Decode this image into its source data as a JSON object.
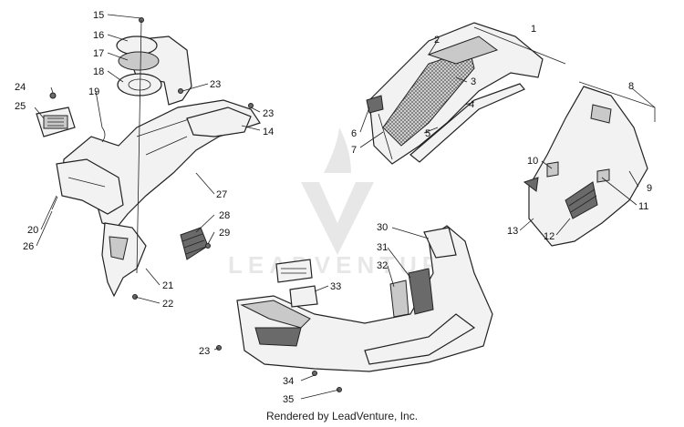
{
  "diagram": {
    "callouts": {
      "c1": "1",
      "c2": "2",
      "c3": "3",
      "c4": "4",
      "c5": "5",
      "c6": "6",
      "c7": "7",
      "c8": "8",
      "c9": "9",
      "c10": "10",
      "c11": "11",
      "c12": "12",
      "c13": "13",
      "c14": "14",
      "c15": "15",
      "c16": "16",
      "c17": "17",
      "c18": "18",
      "c19": "19",
      "c20": "20",
      "c21": "21",
      "c22": "22",
      "c23a": "23",
      "c23b": "23",
      "c23c": "23",
      "c24": "24",
      "c25": "25",
      "c26": "26",
      "c27": "27",
      "c28": "28",
      "c29": "29",
      "c30": "30",
      "c31": "31",
      "c32": "32",
      "c33": "33",
      "c34": "34",
      "c35": "35"
    },
    "watermark": "LEADVENTURE",
    "footer": "Rendered by LeadVenture, Inc."
  },
  "colors": {
    "line": "#222222",
    "dark_part": "#6a6a6a",
    "background": "#ffffff"
  }
}
